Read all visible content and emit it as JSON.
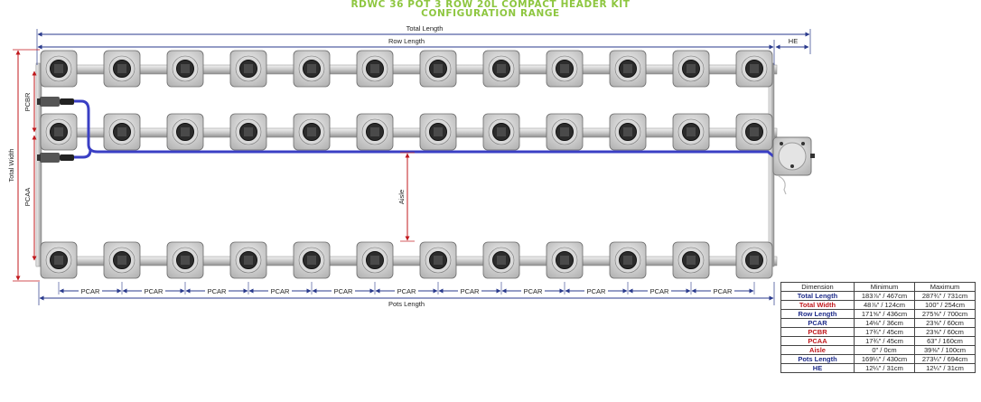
{
  "title": {
    "line1": "RDWC 36 POT 3 ROW 20L COMPACT HEADER KIT",
    "line2": "CONFIGURATION RANGE"
  },
  "labels": {
    "total_length": "Total Length",
    "row_length": "Row Length",
    "he": "HE",
    "total_width": "Total Width",
    "pcbr": "PCBR",
    "pcaa": "PCAA",
    "aisle": "Aisle",
    "pcar": "PCAR",
    "pots_length": "Pots Length"
  },
  "layout_info": {
    "rows": 3,
    "pots_per_row": 12
  },
  "colors": {
    "pipe_blue": "#3a3fc4",
    "dim_blue": "#2a3a8c",
    "dim_red": "#c0181c",
    "title_green": "#8dc63f"
  },
  "spec_table": {
    "headers": [
      "Dimension",
      "Minimum",
      "Maximum"
    ],
    "rows": [
      {
        "name": "Total Length",
        "color": "blue",
        "min": "183⅞\" / 467cm",
        "max": "287¾\" / 731cm"
      },
      {
        "name": "Total Width",
        "color": "red",
        "min": "48⅞\" / 124cm",
        "max": "100\" / 254cm"
      },
      {
        "name": "Row Length",
        "color": "blue",
        "min": "171⅝\" / 436cm",
        "max": "275⅝\" / 700cm"
      },
      {
        "name": "PCAR",
        "color": "blue",
        "min": "14⅛\" / 36cm",
        "max": "23⅝\" / 60cm"
      },
      {
        "name": "PCBR",
        "color": "red",
        "min": "17¾\" / 45cm",
        "max": "23⅝\" / 60cm"
      },
      {
        "name": "PCAA",
        "color": "red",
        "min": "17¾\" / 45cm",
        "max": "63\" / 160cm"
      },
      {
        "name": "Aisle",
        "color": "red",
        "min": "0\" / 0cm",
        "max": "39⅜\" / 100cm"
      },
      {
        "name": "Pots Length",
        "color": "blue",
        "min": "169¼\" / 430cm",
        "max": "273¼\" / 694cm"
      },
      {
        "name": "HE",
        "color": "blue",
        "min": "12¼\" / 31cm",
        "max": "12¼\" / 31cm"
      }
    ]
  }
}
